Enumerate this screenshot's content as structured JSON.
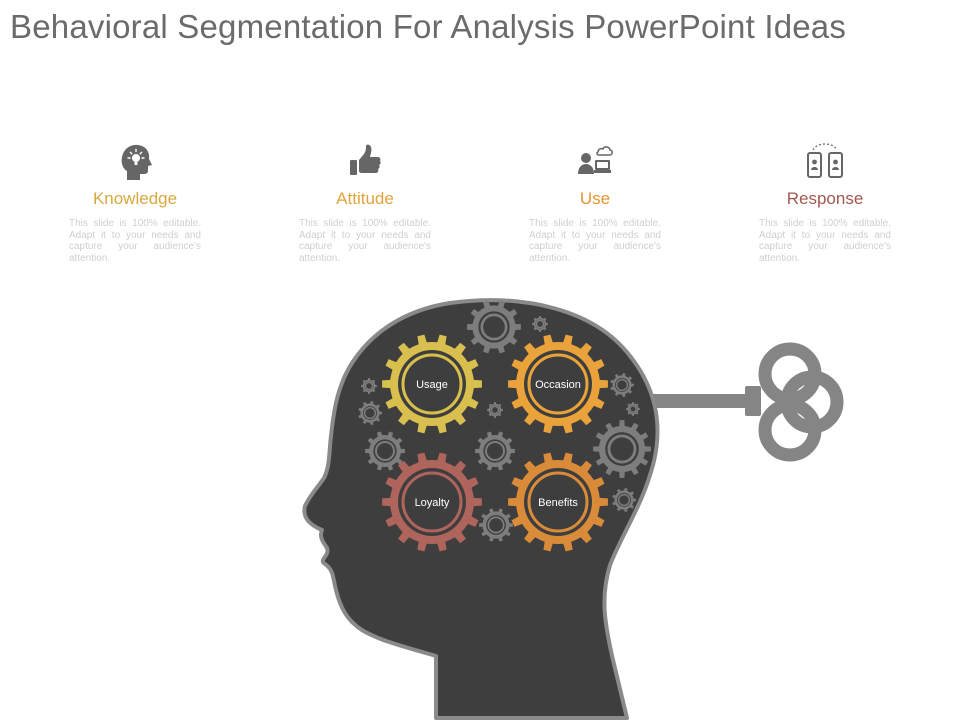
{
  "title": "Behavioral Segmentation For Analysis PowerPoint Ideas",
  "columns": [
    {
      "heading": "Knowledge",
      "color": "#d8a93f",
      "icon": "idea-head-icon",
      "text": "This slide is 100% editable. Adapt it to your needs and capture your audience's attention."
    },
    {
      "heading": "Attitude",
      "color": "#e2a33b",
      "icon": "thumbs-up-icon",
      "text": "This slide is 100% editable. Adapt it to your needs and capture your audience's attention."
    },
    {
      "heading": "Use",
      "color": "#e8922f",
      "icon": "user-computer-icon",
      "text": "This slide is 100% editable. Adapt it to your needs and capture your audience's attention."
    },
    {
      "heading": "Response",
      "color": "#a3574f",
      "icon": "phones-sync-icon",
      "text": "This slide is 100% editable. Adapt it to your needs and capture your audience's attention."
    }
  ],
  "gears": [
    {
      "label": "Usage",
      "color": "#d9bf4d"
    },
    {
      "label": "Occasion",
      "color": "#eaa33a"
    },
    {
      "label": "Loyalty",
      "color": "#b0655c"
    },
    {
      "label": "Benefits",
      "color": "#d98b3a"
    }
  ],
  "colors": {
    "head": "#3e3e3e",
    "head_outline": "#8a8a8a",
    "small_gear": "#7d7d7d",
    "key": "#858585",
    "icon": "#666666"
  }
}
